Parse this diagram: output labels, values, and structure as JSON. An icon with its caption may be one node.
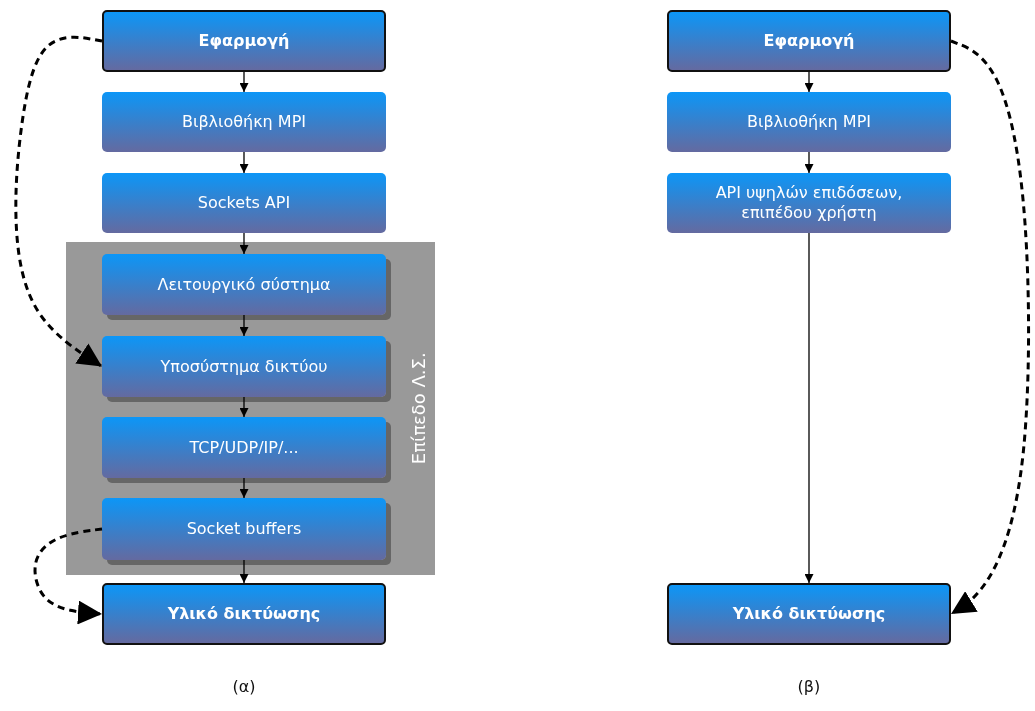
{
  "diagram": {
    "nodes": [
      {
        "text": [
          "Εφαρμογή"
        ]
      },
      {
        "text": [
          "Βιβλιοθήκη MPI"
        ]
      },
      {
        "text": [
          "Sockets API"
        ]
      },
      {
        "text": [
          "Επίπεδο Λ.Σ."
        ]
      },
      {
        "text": [
          "Λειτουργικό σύστημα"
        ],
        "in": 3
      },
      {
        "text": [
          "Υποσύστημα δικτύου"
        ],
        "in": 3
      },
      {
        "text": [
          "TCP/UDP/IP/..."
        ],
        "in": 3
      },
      {
        "text": [
          "Socket buffers"
        ],
        "in": 3
      },
      {
        "text": [
          "Υλικό δικτύωσης"
        ]
      },
      {
        "text": [
          "Εφαρμογή"
        ]
      },
      {
        "text": [
          "Βιβλιοθήκη MPI"
        ]
      },
      {
        "text": [
          "API υψηλών επιδόσεων, επιπέδου χρήστη"
        ]
      },
      {
        "text": [
          "Υλικό δικτύωσης"
        ]
      }
    ],
    "edges": [
      {
        "from": 0,
        "to": 1,
        "arrow": "to"
      },
      {
        "from": 1,
        "to": 2,
        "arrow": "to"
      },
      {
        "from": 2,
        "to": 4,
        "arrow": "to"
      },
      {
        "from": 4,
        "to": 5,
        "arrow": "to"
      },
      {
        "from": 5,
        "to": 6,
        "arrow": "to"
      },
      {
        "from": 6,
        "to": 7,
        "arrow": "to"
      },
      {
        "from": 7,
        "to": 8,
        "arrow": "to"
      },
      {
        "from": 0,
        "to": 5,
        "arrow": "to",
        "style": "dashed"
      },
      {
        "from": 7,
        "to": 8,
        "arrow": "to",
        "style": "dashed"
      },
      {
        "from": 9,
        "to": 10,
        "arrow": "to"
      },
      {
        "from": 10,
        "to": 11,
        "arrow": "to"
      },
      {
        "from": 11,
        "to": 12,
        "arrow": "to"
      },
      {
        "from": 9,
        "to": 12,
        "arrow": "to",
        "style": "dashed"
      }
    ],
    "labels": [
      "(α)",
      "(β)"
    ]
  }
}
